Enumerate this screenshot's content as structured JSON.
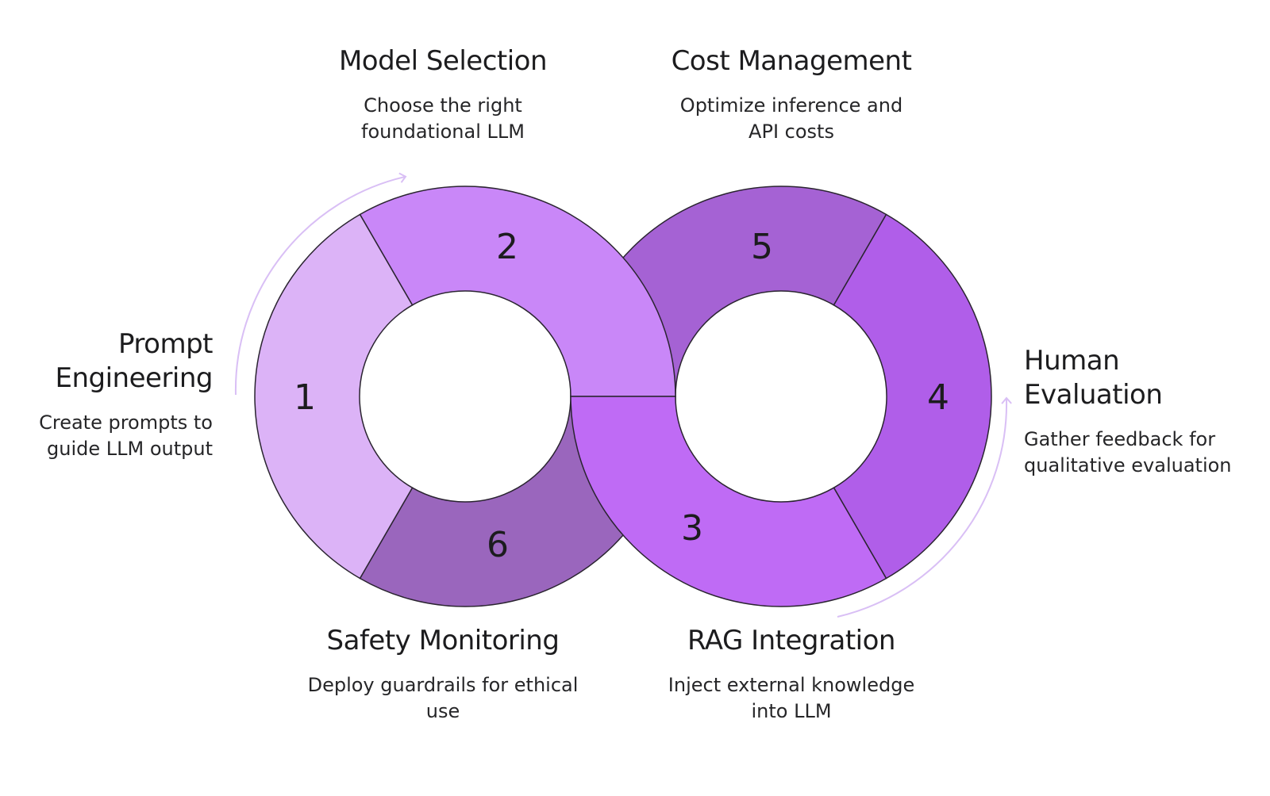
{
  "steps": [
    {
      "number": "1",
      "title": "Prompt Engineering",
      "description": "Create prompts to guide LLM output",
      "color": "#dcb3f7"
    },
    {
      "number": "2",
      "title": "Model Selection",
      "description": "Choose the right foundational LLM",
      "color": "#c987f8"
    },
    {
      "number": "3",
      "title": "RAG Integration",
      "description": "Inject external knowledge into LLM",
      "color": "#bf6bf5"
    },
    {
      "number": "4",
      "title": "Human Evaluation",
      "description": "Gather feedback for qualitative evaluation",
      "color": "#b05ee9"
    },
    {
      "number": "5",
      "title": "Cost Management",
      "description": "Optimize inference and API costs",
      "color": "#a562d4"
    },
    {
      "number": "6",
      "title": "Safety Monitoring",
      "description": "Deploy guardrails for ethical use",
      "color": "#9a66bd"
    }
  ],
  "labels": {
    "prompt_title_line1": "Prompt",
    "prompt_title_line2": "Engineering",
    "prompt_desc_line1": "Create prompts to",
    "prompt_desc_line2": "guide LLM output",
    "model_title": "Model Selection",
    "model_desc_line1": "Choose the right",
    "model_desc_line2": "foundational LLM",
    "cost_title": "Cost Management",
    "cost_desc_line1": "Optimize inference and",
    "cost_desc_line2": "API costs",
    "human_title_line1": "Human",
    "human_title_line2": "Evaluation",
    "human_desc_line1": "Gather feedback for",
    "human_desc_line2": "qualitative evaluation",
    "safety_title": "Safety Monitoring",
    "safety_desc_line1": "Deploy guardrails for ethical",
    "safety_desc_line2": "use",
    "rag_title": "RAG Integration",
    "rag_desc_line1": "Inject external knowledge",
    "rag_desc_line2": "into LLM"
  },
  "colors": {
    "arrow": "#d9bff5",
    "outline": "#2a2430"
  }
}
